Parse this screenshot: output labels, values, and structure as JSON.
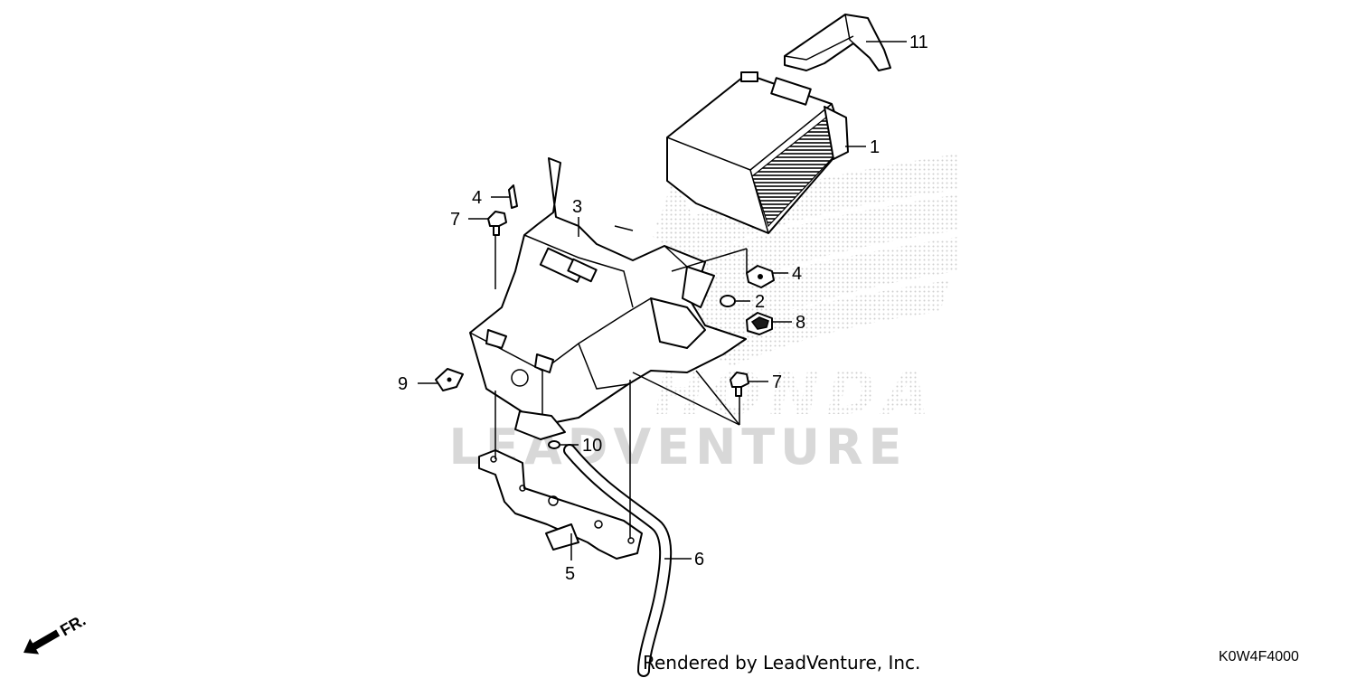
{
  "diagram": {
    "callouts": [
      {
        "id": "c11",
        "label": "11"
      },
      {
        "id": "c1",
        "label": "1"
      },
      {
        "id": "c3",
        "label": "3"
      },
      {
        "id": "c4a",
        "label": "4"
      },
      {
        "id": "c7a",
        "label": "7"
      },
      {
        "id": "c4b",
        "label": "4"
      },
      {
        "id": "c2",
        "label": "2"
      },
      {
        "id": "c8",
        "label": "8"
      },
      {
        "id": "c9",
        "label": "9"
      },
      {
        "id": "c7b",
        "label": "7"
      },
      {
        "id": "c10",
        "label": "10"
      },
      {
        "id": "c5",
        "label": "5"
      },
      {
        "id": "c6",
        "label": "6"
      }
    ],
    "front_indicator": "FR.",
    "watermark": "LEADVENTURE",
    "brand_watermark": "HONDA",
    "footer_text": "Rendered by LeadVenture, Inc.",
    "diagram_code": "K0W4F4000"
  }
}
